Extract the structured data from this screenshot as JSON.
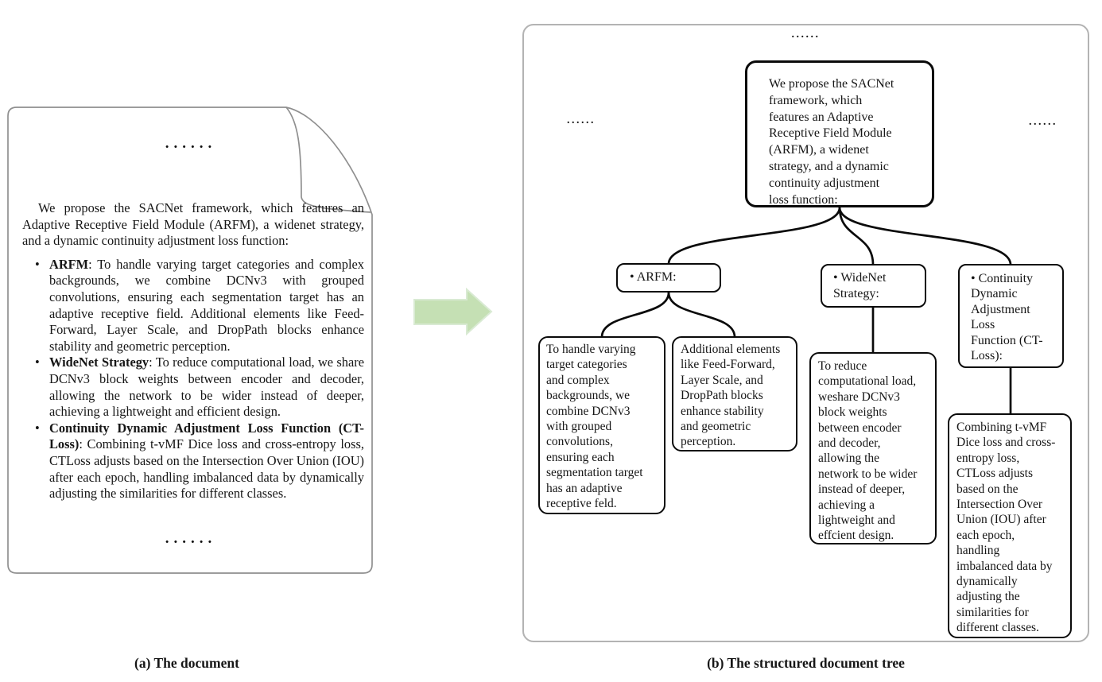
{
  "figure": {
    "ellipsis": "......",
    "caption_a": "(a) The document",
    "caption_b": "(b) The structured document tree"
  },
  "document": {
    "paragraph": "We propose the SACNet framework, which features an Adaptive Receptive Field Module (ARFM), a widenet strategy, and a dynamic continuity adjustment loss function:",
    "bullet_marker": "•",
    "bullets": [
      {
        "term": "ARFM",
        "rest": ": To handle varying target categories and complex backgrounds, we combine DCNv3 with grouped convolutions, ensuring each segmentation target has an adaptive receptive field. Additional elements like Feed-Forward, Layer Scale, and DropPath blocks enhance stability and geometric perception."
      },
      {
        "term": "WideNet Strategy",
        "rest": ": To reduce computational load, we share DCNv3 block weights between encoder and decoder, allowing the network to be wider instead of deeper, achieving a lightweight and efficient design."
      },
      {
        "term": "Continuity Dynamic Adjustment Loss Function (CT-Loss)",
        "rest": ": Combining t-vMF Dice loss and cross-entropy loss, CTLoss adjusts based on the Intersection Over Union (IOU) after each epoch, handling imbalanced data by dynamically adjusting the similarities for different classes."
      }
    ]
  },
  "tree": {
    "root": {
      "text": "We propose the SACNet\nframework, which\nfeatures an Adaptive\nReceptive Field Module\n(ARFM), a widenet\nstrategy, and a dynamic\ncontinuity adjustment\nloss function:"
    },
    "arfm": {
      "label": "• ARFM:"
    },
    "widenet": {
      "label": "• WideNet\nStrategy:"
    },
    "ctloss": {
      "label": "• Continuity\nDynamic\nAdjustment\nLoss\nFunction (CT-\nLoss):"
    },
    "leaf_arfm_1": {
      "text": "To handle varying\ntarget categories\nand complex\nbackgrounds, we\ncombine DCNv3\nwith grouped\nconvolutions,\nensuring each\nsegmentation target\nhas an adaptive\nreceptive feld."
    },
    "leaf_arfm_2": {
      "text": "Additional elements\nlike Feed-Forward,\nLayer Scale, and\nDropPath blocks\nenhance stability\nand geometric\nperception."
    },
    "leaf_widenet": {
      "text": "To reduce\ncomputational load,\nweshare DCNv3\nblock weights\nbetween encoder\nand decoder,\nallowing the\nnetwork to be wider\ninstead of deeper,\nachieving a\nlightweight and\neffcient design."
    },
    "leaf_ctloss": {
      "text": "Combining t-vMF\nDice loss and cross-\nentropy loss,\nCTLoss adjusts\nbased on the\nIntersection Over\nUnion (IOU) after\neach epoch,\nhandling\nimbalanced data by\ndynamically\nadjusting the\nsimilarities for\ndifferent classes."
    }
  },
  "colors": {
    "arrow_fill": "#c5e0b4",
    "arrow_edge": "#d9ead3",
    "box_border": "#0a0a0a",
    "panel_border": "#b3b3b3",
    "doc_border": "#8f8f8f"
  }
}
